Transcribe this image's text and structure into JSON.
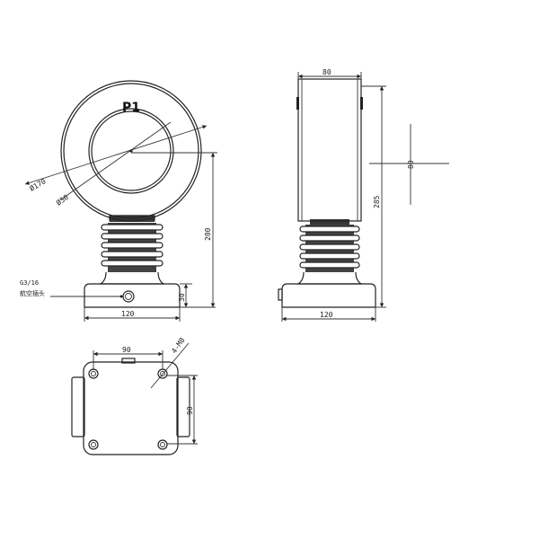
{
  "drawing": {
    "part_label": "P1",
    "front_view": {
      "outer_diameter_label": "Ø170",
      "inner_diameter_label": "Ø50",
      "height_label": "200",
      "base_height_label": "30",
      "base_width_label": "120",
      "terminal_label_line1": "G3/16",
      "terminal_label_line2": "航空插头"
    },
    "side_view": {
      "top_width_label": "80",
      "total_height_label": "285",
      "base_width_label": "120",
      "crosshair_label": "80"
    },
    "top_view": {
      "hole_spacing_x_label": "90",
      "hole_spacing_y_label": "90",
      "mounting_holes_label": "4-M8"
    }
  }
}
